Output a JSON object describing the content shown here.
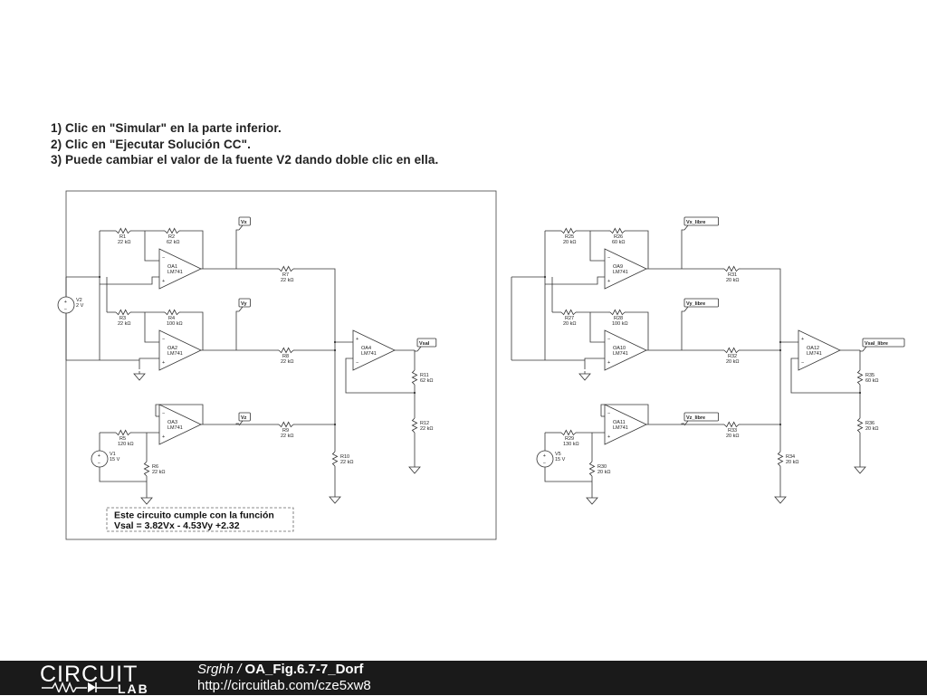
{
  "instructions": [
    "1) Clic en \"Simular\" en la parte inferior.",
    "2) Clic en \"Ejecutar Solución CC\".",
    "3) Puede cambiar el valor de la fuente V2 dando doble clic en ella."
  ],
  "note": {
    "line1": "Este circuito cumple con la función",
    "line2": "Vsal = 3.82Vx - 4.53Vy +2.32"
  },
  "left_circuit": {
    "resistors": [
      {
        "name": "R1",
        "value": "22 kΩ"
      },
      {
        "name": "R2",
        "value": "62 kΩ"
      },
      {
        "name": "R3",
        "value": "22 kΩ"
      },
      {
        "name": "R4",
        "value": "100 kΩ"
      },
      {
        "name": "R5",
        "value": "120 kΩ"
      },
      {
        "name": "R6",
        "value": "22 kΩ"
      },
      {
        "name": "R7",
        "value": "22 kΩ"
      },
      {
        "name": "R8",
        "value": "22 kΩ"
      },
      {
        "name": "R9",
        "value": "22 kΩ"
      },
      {
        "name": "R10",
        "value": "22 kΩ"
      },
      {
        "name": "R11",
        "value": "62 kΩ"
      },
      {
        "name": "R12",
        "value": "22 kΩ"
      }
    ],
    "opamps": [
      {
        "name": "OA1",
        "model": "LM741"
      },
      {
        "name": "OA2",
        "model": "LM741"
      },
      {
        "name": "OA3",
        "model": "LM741"
      },
      {
        "name": "OA4",
        "model": "LM741"
      }
    ],
    "sources": [
      {
        "name": "V2",
        "value": "2 V"
      },
      {
        "name": "V1",
        "value": "15 V"
      }
    ],
    "nets": [
      "Vx",
      "Vy",
      "Vz",
      "Vsal"
    ]
  },
  "right_circuit": {
    "resistors": [
      {
        "name": "R25",
        "value": "20 kΩ"
      },
      {
        "name": "R26",
        "value": "60 kΩ"
      },
      {
        "name": "R27",
        "value": "20 kΩ"
      },
      {
        "name": "R28",
        "value": "100 kΩ"
      },
      {
        "name": "R29",
        "value": "130 kΩ"
      },
      {
        "name": "R30",
        "value": "20 kΩ"
      },
      {
        "name": "R31",
        "value": "20 kΩ"
      },
      {
        "name": "R32",
        "value": "20 kΩ"
      },
      {
        "name": "R33",
        "value": "20 kΩ"
      },
      {
        "name": "R34",
        "value": "20 kΩ"
      },
      {
        "name": "R35",
        "value": "60 kΩ"
      },
      {
        "name": "R36",
        "value": "20 kΩ"
      }
    ],
    "opamps": [
      {
        "name": "OA9",
        "model": "LM741"
      },
      {
        "name": "OA10",
        "model": "LM741"
      },
      {
        "name": "OA11",
        "model": "LM741"
      },
      {
        "name": "OA12",
        "model": "LM741"
      }
    ],
    "sources": [
      {
        "name": "V5",
        "value": "15 V"
      }
    ],
    "nets": [
      "Vx_libre",
      "Vy_libre",
      "Vz_libre",
      "Vsal_libre"
    ]
  },
  "footer": {
    "logo_top": "CIRCUIT",
    "logo_bottom": "LAB",
    "author": "Srghh",
    "separator": " / ",
    "title": "OA_Fig.6.7-7_Dorf",
    "url": "http://circuitlab.com/cze5xw8"
  },
  "colors": {
    "wire": "#333333",
    "footer_bg": "#1a1a1a",
    "note_border": "#666666"
  }
}
